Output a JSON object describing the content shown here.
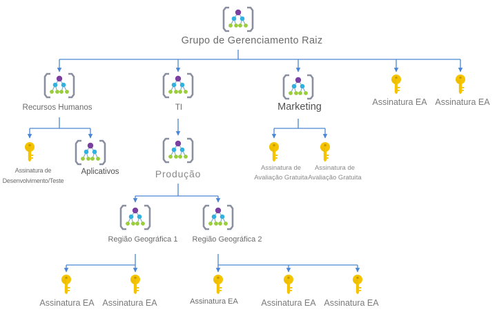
{
  "diagram": {
    "root": {
      "label": "Grupo de Gerenciamento Raiz",
      "icon": "management-group-icon"
    },
    "level1": {
      "recursos_humanos": "Recursos Humanos",
      "ti": "TI",
      "marketing": "Marketing",
      "sub_ea_1": "Assinatura EA",
      "sub_ea_2": "Assinatura EA"
    },
    "rh_children": {
      "dev_test": "Assinatura de Desenvolvimento/Teste",
      "aplicativos": "Aplicativos"
    },
    "ti_children": {
      "producao": "Produção"
    },
    "marketing_children": {
      "trial_1": "Assinatura de Avaliação Gratuita",
      "trial_2": "Assinatura de Avaliação Gratuita"
    },
    "producao_children": {
      "geo_1": "Região Geográfica 1",
      "geo_2": "Região Geográfica 2"
    },
    "geo1_subs": [
      "Assinatura EA",
      "Assinatura EA"
    ],
    "geo2_subs": [
      "Assinatura EA",
      "Assinatura EA",
      "Assinatura EA"
    ],
    "colors": {
      "connector": "#4a86d4",
      "mg_bracket": "#8a8fa0",
      "mg_top_node": "#7a3fa0",
      "mg_child_node": "#32b1e0",
      "mg_leaf_node": "#9acd3c",
      "key_gold": "#f5c400",
      "key_gold_dark": "#c99a00"
    },
    "node_icons": {
      "group": "management-group-icon",
      "subscription": "key-icon"
    }
  }
}
